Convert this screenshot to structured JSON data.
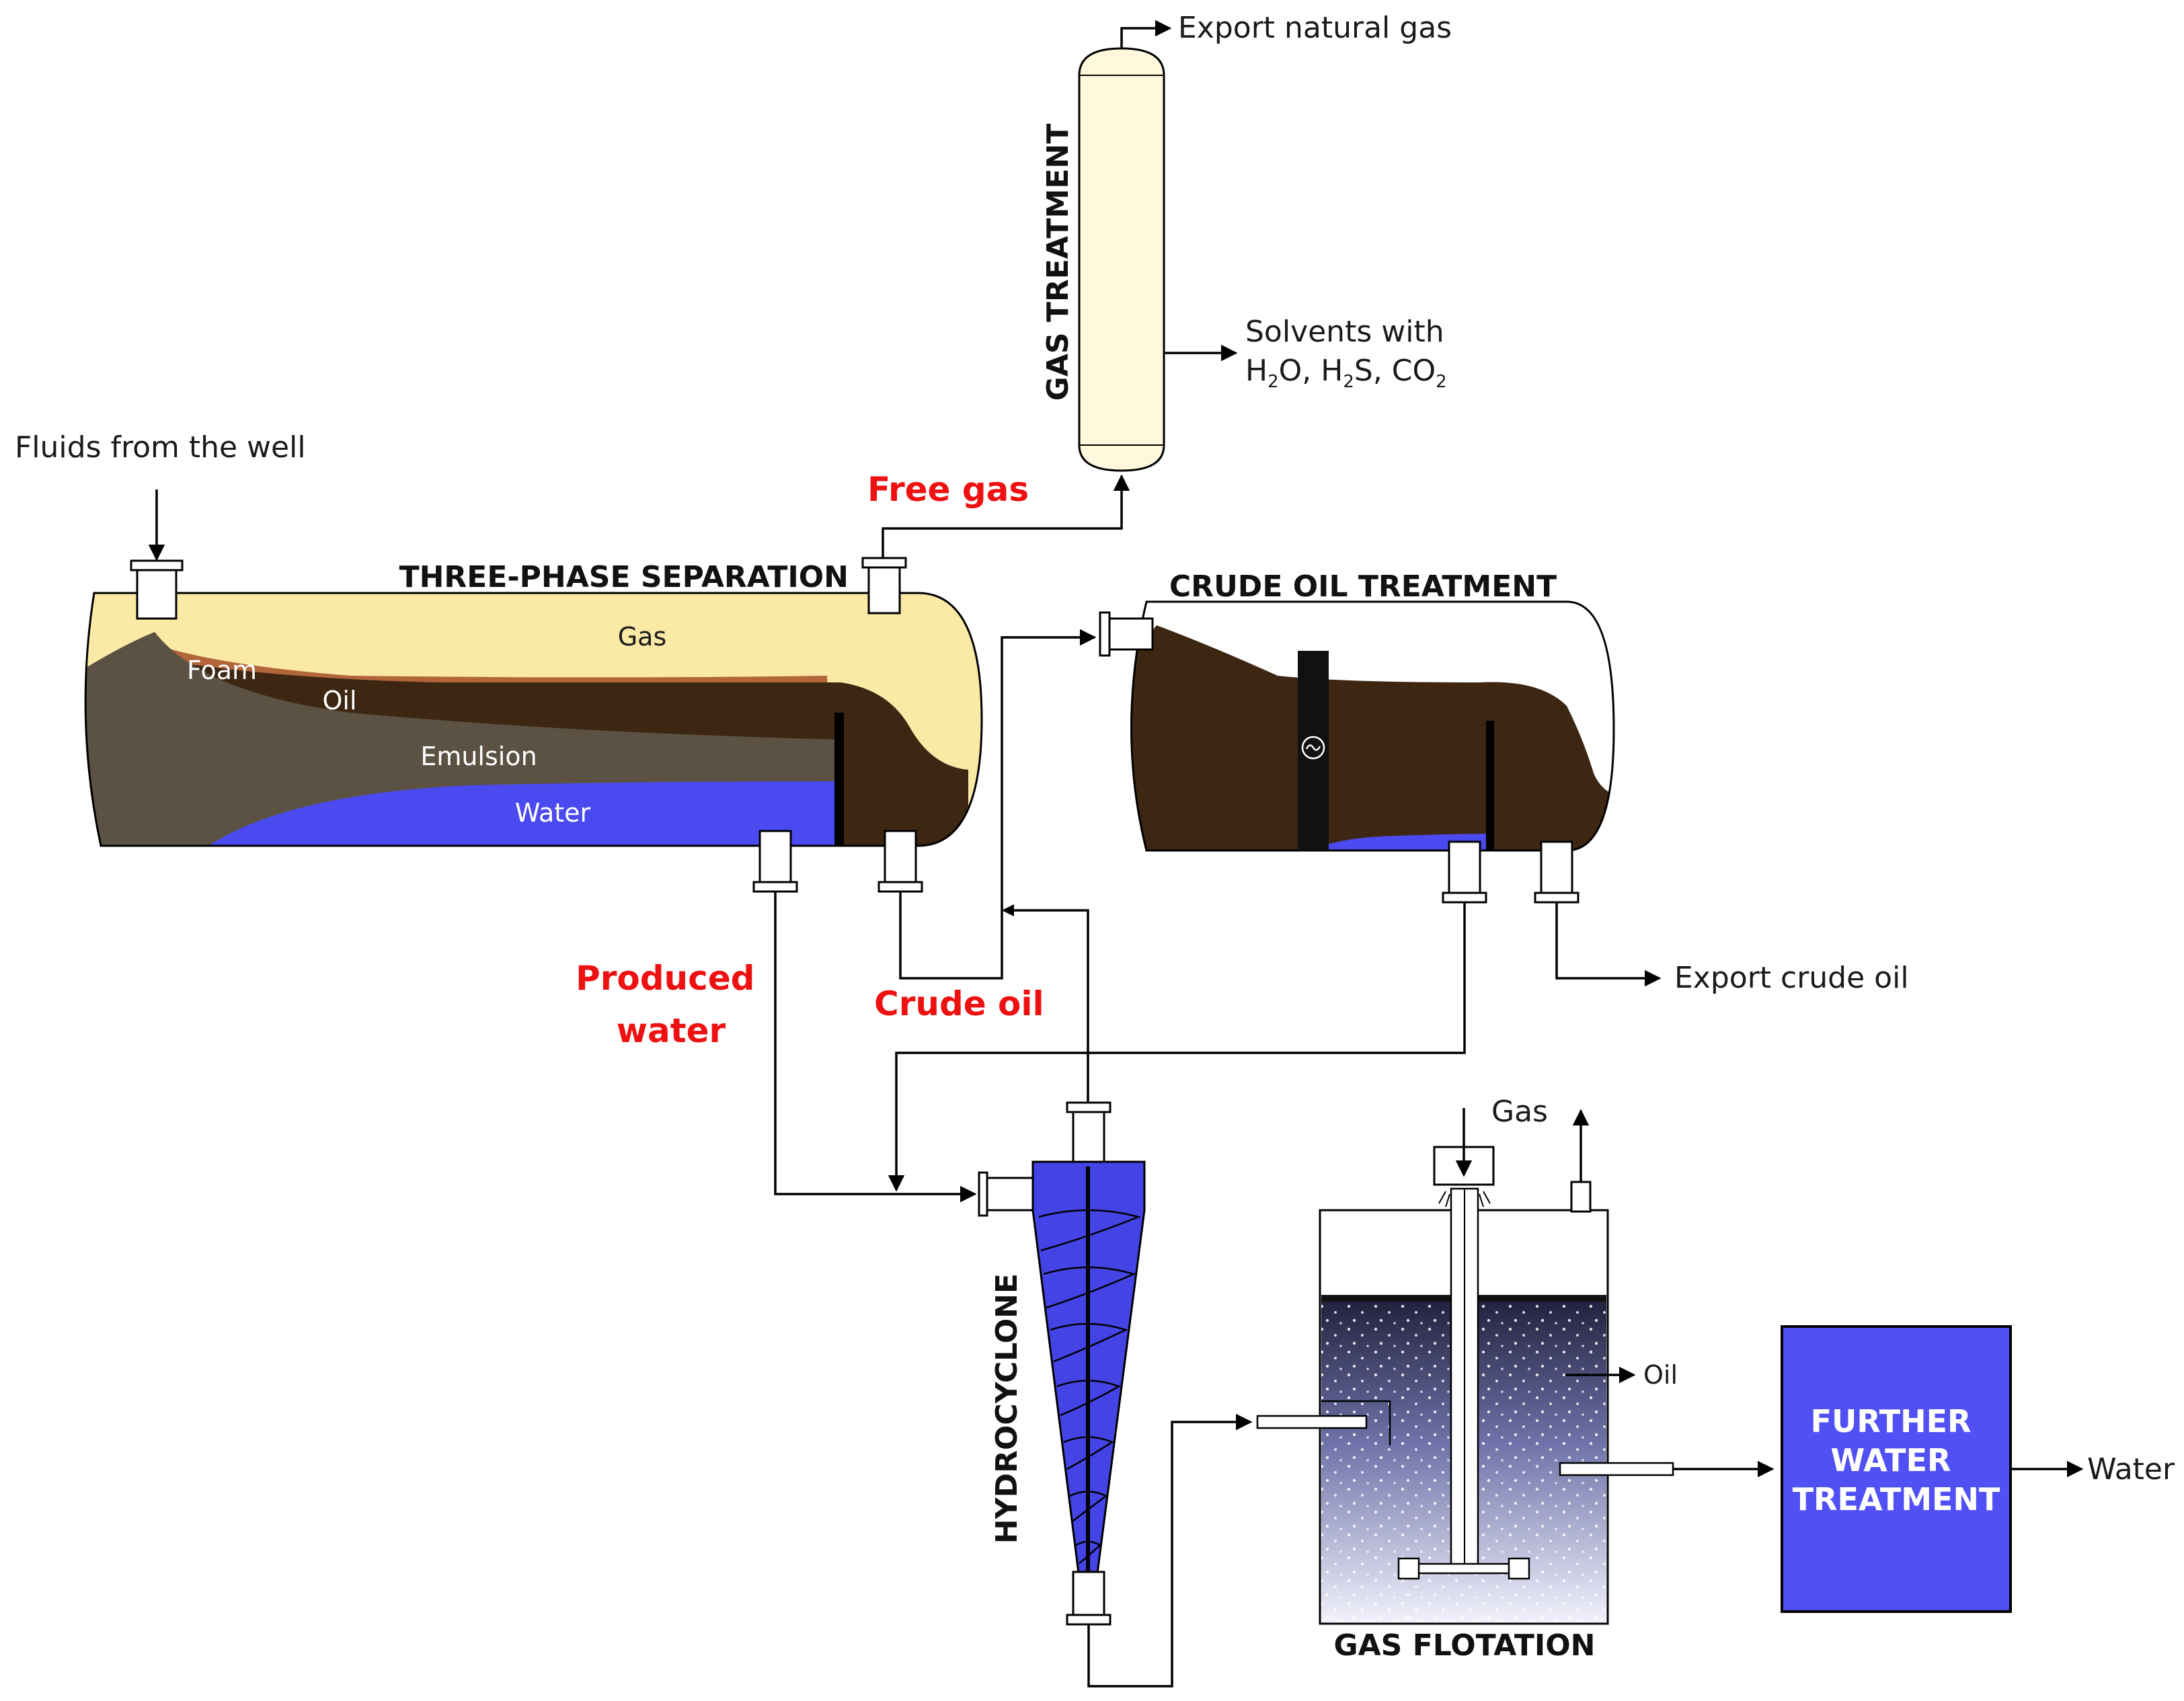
{
  "colors": {
    "gas": "#FBE9A6",
    "foam": "#B2643A",
    "oil": "#3D2713",
    "emulsion": "#5B5243",
    "water": "#4A4AF0",
    "stream_label": "#EE1111",
    "further_treatment_box": "#5050F5",
    "column_fill": "#FFF8DC"
  },
  "units": {
    "gas_treatment": "GAS TREATMENT",
    "three_phase": "THREE-PHASE SEPARATION",
    "crude_oil_treatment": "CRUDE OIL TREATMENT",
    "hydrocyclone": "HYDROCYCLONE",
    "gas_flotation": "GAS FLOTATION",
    "further_water_treatment": [
      "FURTHER",
      "WATER",
      "TREATMENT"
    ]
  },
  "phases": {
    "gas": "Gas",
    "foam": "Foam",
    "oil": "Oil",
    "emulsion": "Emulsion",
    "water": "Water"
  },
  "streams": {
    "free_gas": "Free gas",
    "crude_oil": "Crude oil",
    "produced_water": [
      "Produced",
      "water"
    ]
  },
  "labels": {
    "fluids_from_well": "Fluids from the well",
    "export_natural_gas": "Export natural gas",
    "solvents_line1": "Solvents with",
    "export_crude_oil": "Export crude oil",
    "gas_in": "Gas",
    "oil_out": "Oil",
    "water_out": "Water"
  },
  "solvents_formula": [
    {
      "text": "H",
      "sub": false
    },
    {
      "text": "2",
      "sub": true
    },
    {
      "text": "O, H",
      "sub": false
    },
    {
      "text": "2",
      "sub": true
    },
    {
      "text": "S, CO",
      "sub": false
    },
    {
      "text": "2",
      "sub": true
    }
  ],
  "icons": {
    "heater": "heating-element-icon",
    "mixer": "impeller-icon"
  }
}
